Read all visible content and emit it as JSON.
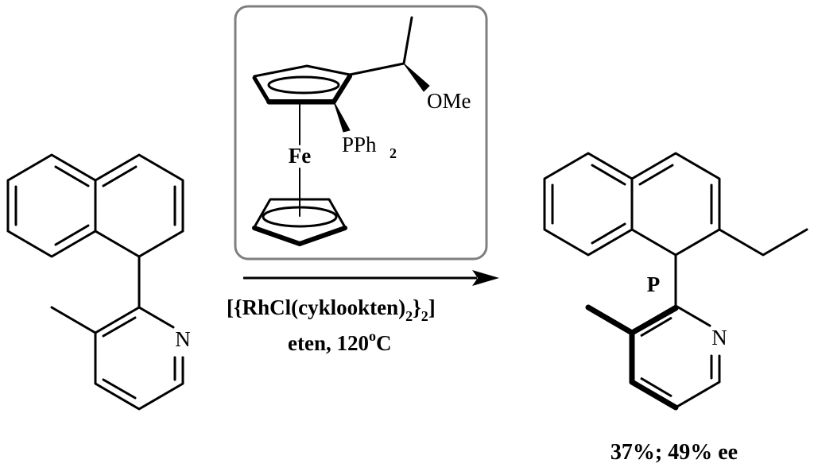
{
  "reactant": {
    "nitrogen_label": "N"
  },
  "catalyst_ligand": {
    "methoxy_label": "OMe",
    "phosphine_label": "PPh",
    "phosphine_subscript": "2",
    "iron_label": "Fe"
  },
  "conditions": {
    "reagent_open": "[{RhCl(cyklookten)",
    "reagent_sub1": "2",
    "reagent_mid": "}",
    "reagent_sub2": "2",
    "reagent_close": "]",
    "line2_text": "eten, 120",
    "line2_superscript": "o",
    "line2_unit": "C"
  },
  "product": {
    "axial_chirality_label": "P",
    "nitrogen_label": "N",
    "yield_text": "37%; 49% ee"
  }
}
